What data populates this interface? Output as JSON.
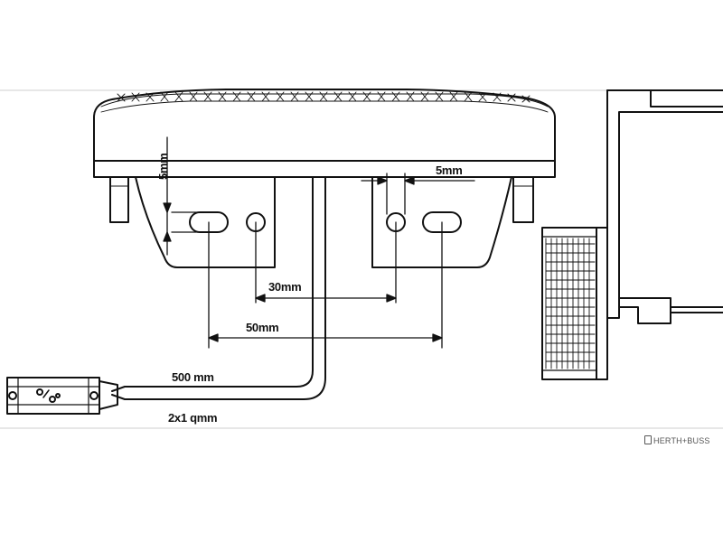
{
  "labels": {
    "dim_5mm_vertical": "5mm",
    "dim_5mm_horizontal": "5mm",
    "dim_30mm": "30mm",
    "dim_50mm": "50mm",
    "cable_length": "500 mm",
    "cable_section": "2x1 qmm"
  },
  "brand": "HERTH+BUSS",
  "colors": {
    "line": "#111111",
    "background": "#ffffff",
    "frame": "#cfcfcf"
  }
}
